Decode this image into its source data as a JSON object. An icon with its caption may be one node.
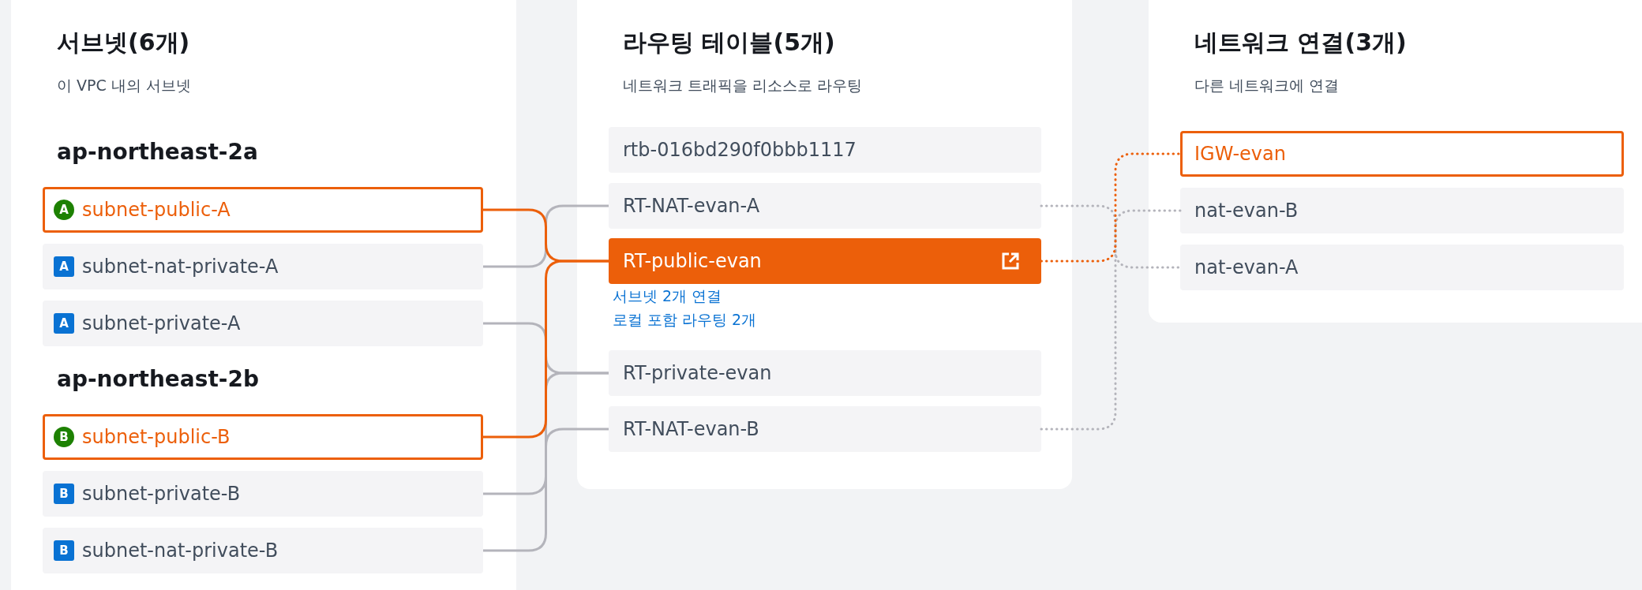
{
  "diagram": {
    "nodes": [
      {
        "text": [
          "서브넷(6개)",
          "이 VPC 내의 서브넷"
        ]
      },
      {
        "text": [
          "라우팅 테이블(5개)",
          "네트워크 트래픽을 리소스로 라우팅"
        ]
      },
      {
        "text": [
          "네트워크 연결(3개)",
          "다른 네트워크에 연결"
        ]
      },
      {
        "text": [
          "A",
          "subnet-public-A"
        ],
        "in": 0
      },
      {
        "text": [
          "A",
          "subnet-nat-private-A"
        ],
        "in": 0
      },
      {
        "text": [
          "A",
          "subnet-private-A"
        ],
        "in": 0
      },
      {
        "text": [
          "B",
          "subnet-public-B"
        ],
        "in": 0
      },
      {
        "text": [
          "B",
          "subnet-private-B"
        ],
        "in": 0
      },
      {
        "text": [
          "B",
          "subnet-nat-private-B"
        ],
        "in": 0
      },
      {
        "text": [
          "rtb-016bd290f0bbb1117"
        ],
        "in": 1
      },
      {
        "text": [
          "RT-NAT-evan-A"
        ],
        "in": 1
      },
      {
        "text": [
          "RT-public-evan"
        ],
        "in": 1,
        "beside": [
          "서브넷 2개 연결",
          "로컬 포함 라우팅 2개"
        ]
      },
      {
        "text": [
          "RT-private-evan"
        ],
        "in": 1
      },
      {
        "text": [
          "RT-NAT-evan-B"
        ],
        "in": 1
      },
      {
        "text": [
          "IGW-evan"
        ],
        "in": 2
      },
      {
        "text": [
          "nat-evan-B"
        ],
        "in": 2
      },
      {
        "text": [
          "nat-evan-A"
        ],
        "in": 2
      }
    ],
    "edges": [
      {
        "from": 3,
        "to": 11,
        "arrow": "none",
        "color": "#ec5f0a"
      },
      {
        "from": 4,
        "to": 10,
        "arrow": "none"
      },
      {
        "from": 5,
        "to": 12,
        "arrow": "none"
      },
      {
        "from": 6,
        "to": 11,
        "arrow": "none",
        "color": "#ec5f0a"
      },
      {
        "from": 7,
        "to": 12,
        "arrow": "none"
      },
      {
        "from": 8,
        "to": 13,
        "arrow": "none"
      },
      {
        "from": 10,
        "to": 16,
        "arrow": "none",
        "style": "dashed"
      },
      {
        "from": 11,
        "to": 14,
        "arrow": "none",
        "style": "dashed",
        "color": "#ec5f0a"
      },
      {
        "from": 13,
        "to": 15,
        "arrow": "none",
        "style": "dashed"
      }
    ],
    "labels": [
      "ap-northeast-2a",
      "ap-northeast-2b"
    ]
  }
}
